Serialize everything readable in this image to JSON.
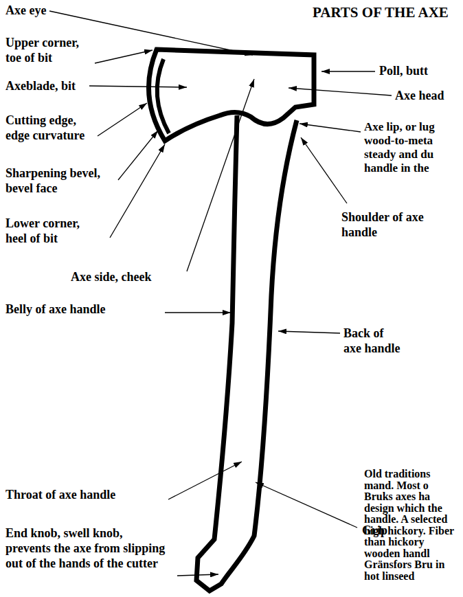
{
  "diagram": {
    "title": "PARTS OF THE AXE",
    "labels": [
      "Axe eye",
      "Upper corner, toe of bit",
      "Axeblade, bit",
      "Cutting edge, edge curvature",
      "Sharpening bevel, bevel face",
      "Lower corner, heel of bit",
      "Axe side, cheek",
      "Belly of axe handle",
      "Throat of axe handle",
      "End knob, swell knob, prevents the axe from slipping out of the hands of the cutter",
      "Poll, butt",
      "Axe head",
      "Axe lip, or lug wood-to-meta steady and du handle in the",
      "Shoulder of axe handle",
      "Back of axe handle",
      "Grip",
      "Old traditions mand. Most o Bruks axes ha design which the handle. A selected high hickory. Fiber than hickory wooden handl Gränsfors Bru in hot linseed"
    ]
  }
}
